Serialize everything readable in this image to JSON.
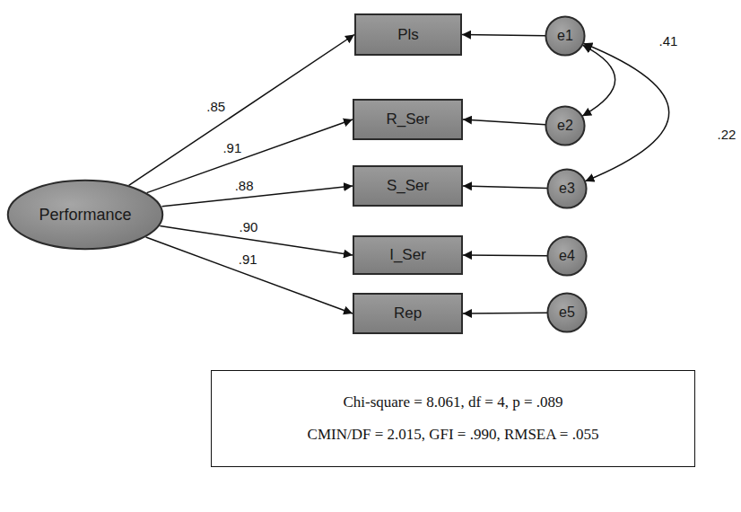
{
  "diagram": {
    "nodes": [
      {
        "text": [
          "Performance"
        ]
      },
      {
        "text": [
          "Pls"
        ]
      },
      {
        "text": [
          "R_Ser"
        ]
      },
      {
        "text": [
          "S_Ser"
        ]
      },
      {
        "text": [
          "I_Ser"
        ]
      },
      {
        "text": [
          "Rep"
        ]
      },
      {
        "text": [
          "e1"
        ]
      },
      {
        "text": [
          "e2"
        ]
      },
      {
        "text": [
          "e3"
        ]
      },
      {
        "text": [
          "e4"
        ]
      },
      {
        "text": [
          "e5"
        ]
      },
      {
        "text": [
          "Chi-square = 8.061, df = 4, p = .089",
          "CMIN/DF = 2.015, GFI = .990, RMSEA = .055"
        ]
      }
    ],
    "edges": [
      {
        "from": 0,
        "to": 1,
        "label": ".85",
        "arrow": "to"
      },
      {
        "from": 0,
        "to": 2,
        "label": ".91",
        "arrow": "to"
      },
      {
        "from": 0,
        "to": 3,
        "label": ".88",
        "arrow": "to"
      },
      {
        "from": 0,
        "to": 4,
        "label": ".90",
        "arrow": "to"
      },
      {
        "from": 0,
        "to": 5,
        "label": ".91",
        "arrow": "to"
      },
      {
        "from": 6,
        "to": 1,
        "arrow": "to"
      },
      {
        "from": 7,
        "to": 2,
        "arrow": "to"
      },
      {
        "from": 8,
        "to": 3,
        "arrow": "to"
      },
      {
        "from": 9,
        "to": 4,
        "arrow": "to"
      },
      {
        "from": 10,
        "to": 5,
        "arrow": "to"
      },
      {
        "from": 6,
        "to": 7,
        "label": ".41",
        "arrow": "both"
      },
      {
        "from": 6,
        "to": 8,
        "label": ".22",
        "arrow": "both"
      }
    ]
  }
}
